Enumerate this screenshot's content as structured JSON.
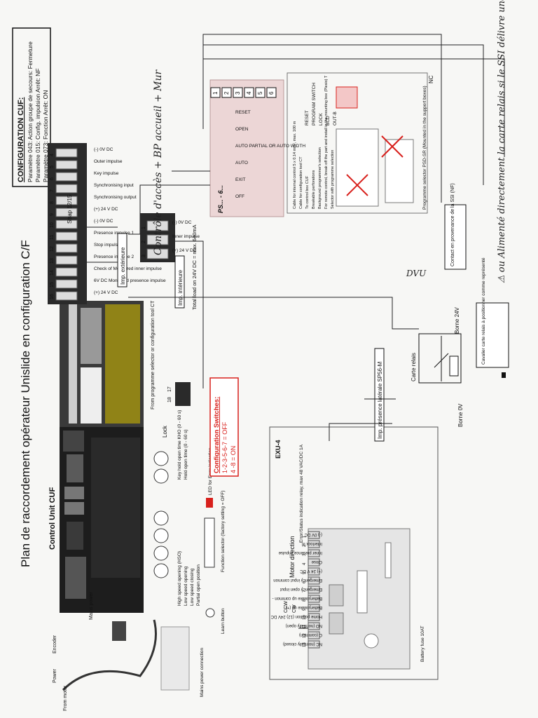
{
  "title": "Plan de raccordement opérateur Unislide en configuration C/F",
  "config_box": {
    "heading": "CONFIGURATION CUF:",
    "lines": [
      "Paramètre 043: Action groupe de secours: Fermeture",
      "Paramètre 015: Config. impulsion Arrêt: NF",
      "Paramètre 073: Fonction Arrêt: ON"
    ]
  },
  "control_unit": {
    "label": "Control Unit CUF"
  },
  "strap": "Strap 12/15",
  "imp_exterieure": "Imp. extérieure",
  "imp_interieure": "Imp. intérieure",
  "imp_presence": "Imp. présence latérale SP56-M",
  "switches_box": {
    "heading": "Configuration Switches:",
    "lines": [
      "1-2-3-5-6-7 = OFF",
      "4 -8 = ON"
    ]
  },
  "terminals_main": [
    {
      "num": "16",
      "label": "(+) 24 V DC"
    },
    {
      "num": "15",
      "label": "6V DC Monitored presence impulse"
    },
    {
      "num": "14",
      "label": "Check of Monitored inner impulse"
    },
    {
      "num": "13",
      "label": "Presence impulse 2"
    },
    {
      "num": "12",
      "label": "Stop impulse"
    },
    {
      "num": "11",
      "label": "Presence impulse 1"
    },
    {
      "num": "10",
      "label": "(-) 0V DC"
    },
    {
      "num": "9",
      "label": "(+) 24 V DC"
    },
    {
      "num": "8",
      "label": "Synchronising output"
    },
    {
      "num": "7",
      "label": "Synchronising input"
    },
    {
      "num": "6",
      "label": "Key impulse"
    },
    {
      "num": "5",
      "label": "Outer impulse"
    },
    {
      "num": "4",
      "label": "(-) 0V DC"
    }
  ],
  "terminals_inner": [
    {
      "num": "3",
      "label": "(+) 24 V DC"
    },
    {
      "num": "2",
      "label": "Inner impulse"
    },
    {
      "num": "1",
      "label": "(-) 0V DC"
    }
  ],
  "total_load_note": "Total load on 24V DC = max. 640mA",
  "from_label": "From programme selector or configuration tool CT",
  "lock_label": "Lock",
  "lock_terms": [
    "18",
    "17"
  ],
  "key_hold_1": "Key hold open time KHO (0 - 60 s)",
  "key_hold_2": "Hold open time (0 - 60 s)",
  "led_label": "LED for Error indication",
  "speed_labels": [
    "High speed opening (HSO)",
    "Low speed opening",
    "Low speed closing",
    "Partial open position"
  ],
  "function_selector": "Function selector (factory setting = OFF)",
  "learn_button": "Learn button",
  "mains_power": "Mains power",
  "mains_conn": "Mains power connection",
  "power": "Power",
  "encoder": "Encoder",
  "from_motor": "From motor",
  "exu": {
    "label": "EXU-4",
    "terminals": [
      {
        "num": "13",
        "label": "NC (normally closed)"
      },
      {
        "num": "12",
        "label": "C (common)"
      },
      {
        "num": "11",
        "label": "NO (normally open)"
      },
      {
        "num": "10",
        "label": "Home position (12) 24V DC"
      },
      {
        "num": "9",
        "label": "Battery/wake up (+)"
      },
      {
        "num": "8",
        "label": "Battery/wake up common -"
      },
      {
        "num": "7",
        "label": "Emergency open input"
      },
      {
        "num": "6",
        "label": "Emergency input common"
      },
      {
        "num": "5",
        "label": "(+) 24 V DC"
      },
      {
        "num": "4",
        "label": "Close"
      },
      {
        "num": "3",
        "label": "Inner presence impulse"
      },
      {
        "num": "2",
        "label": "Interlock in"
      },
      {
        "num": "1",
        "label": "(-) 0V DC"
      }
    ],
    "relay_label": "Error/Status indication relay, max 48 VAC/DC 1A",
    "motor_dir": "Motor direction",
    "ccw": "CCW",
    "cw": "CW",
    "battery_fuse": "Battery fuse 10AT"
  },
  "carte_relais": "Carte relais",
  "borne_24v": "Borne 24V",
  "borne_0v": "Borne 0V",
  "contact_ssi": "Contact en provenance de la SSI (NF)",
  "cavalier": "Cavalier carte relais à positionner comme représenté",
  "nc": "NC",
  "ps_label": "PS... - 6...",
  "ps_switches": [
    "OFF",
    "EXIT",
    "AUTO",
    "AUTO PARTIAL OR AUTO WIDTH",
    "OPEN",
    "RESET"
  ],
  "ps_numbers": [
    "1",
    "2",
    "3",
    "4",
    "5",
    "6"
  ],
  "psd_label": "Programme selector PSD-SR (Mounted in the support boxes)",
  "psd_small": [
    "Cable for internal control 5 x 0.14 mm², max. 100 m",
    "Cable for configuration tool CT",
    "To control box CUF",
    "Breakable perforations",
    "Background programmer's selection",
    "For remote control, break off the part and install in the mounting box (Plesio) T",
    "Selector with programme selection"
  ],
  "psd_terms": [
    "RESET",
    "PROGRAM SWITCH",
    "LOCK",
    "BCD",
    "OUT-B"
  ],
  "handwritten_1": "Contrôle d'accès + BP accueil + Mur",
  "handwritten_2": "DVU",
  "handwritten_3": "⚠ ou Alimenté directement la carte relais si le SSI délivre une tension",
  "colors": {
    "red": "#d8201c",
    "pink": "#ecd6d6",
    "ink": "#222222"
  }
}
